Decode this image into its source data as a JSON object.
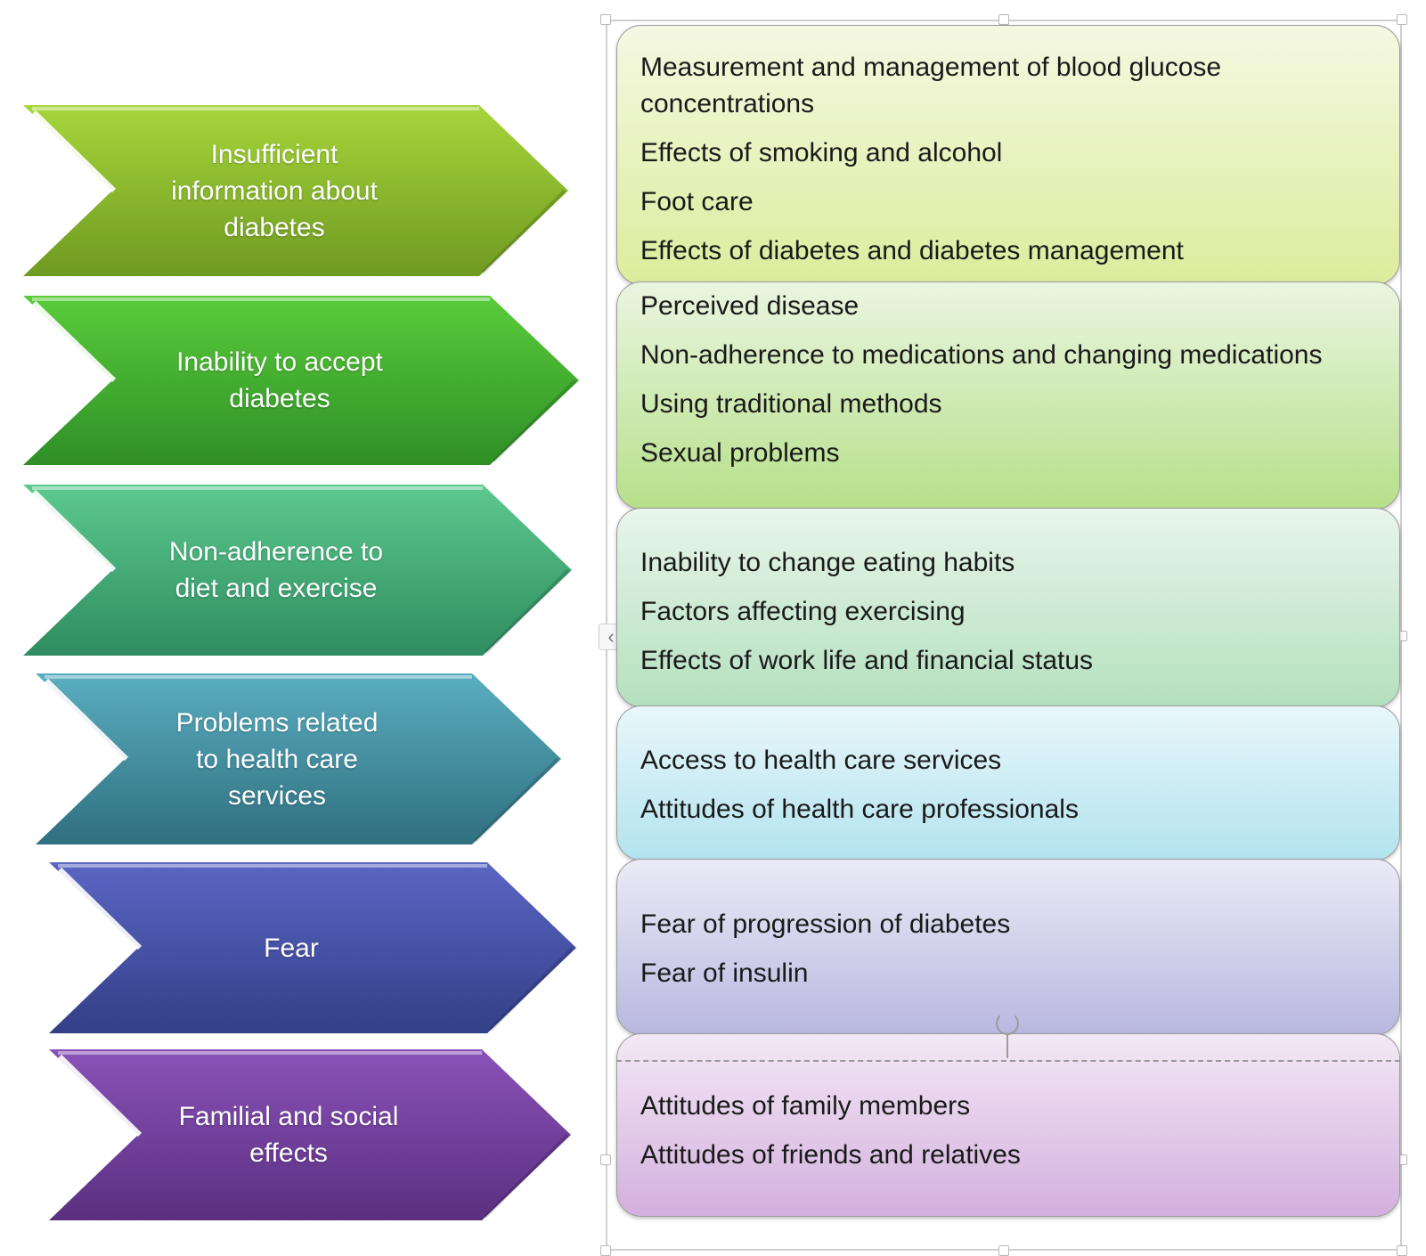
{
  "categories": [
    {
      "label": "Insufficient\ninformation about\ndiabetes",
      "color_top": "#a6d63a",
      "color_bottom": "#6f9a22"
    },
    {
      "label": "Inability to accept\ndiabetes",
      "color_top": "#59cc3a",
      "color_bottom": "#2f8f27"
    },
    {
      "label": "Non-adherence to\ndiet and exercise",
      "color_top": "#5cc98f",
      "color_bottom": "#2f8c60"
    },
    {
      "label": "Problems related\nto health care\nservices",
      "color_top": "#5aaec0",
      "color_bottom": "#2f6f80"
    },
    {
      "label": "Fear",
      "color_top": "#5a66c4",
      "color_bottom": "#333f86"
    },
    {
      "label": "Familial and social\neffects",
      "color_top": "#8a52b8",
      "color_bottom": "#5a2f80"
    }
  ],
  "details": [
    {
      "items": [
        "Measurement and management of blood glucose concentrations",
        "Effects of smoking and alcohol",
        "Foot care",
        "Effects of diabetes and diabetes management"
      ],
      "fill_top": "#f5f8e2",
      "fill_bottom": "#dcec9c"
    },
    {
      "items": [
        "Perceived disease",
        "Non-adherence to medications and changing medications",
        "Using traditional methods",
        "Sexual problems"
      ],
      "fill_top": "#eaf5e0",
      "fill_bottom": "#b6e08a"
    },
    {
      "items": [
        "Inability to change eating habits",
        "Factors affecting exercising",
        "Effects of work life and financial status"
      ],
      "fill_top": "#e8f5ea",
      "fill_bottom": "#b4e0bf"
    },
    {
      "items": [
        "Access to health care services",
        "Attitudes of health care professionals"
      ],
      "fill_top": "#e8f7fb",
      "fill_bottom": "#b3e3ee"
    },
    {
      "items": [
        "Fear of progression of diabetes",
        "Fear of insulin"
      ],
      "fill_top": "#ebeaf6",
      "fill_bottom": "#b9b8e0"
    },
    {
      "items": [
        "Attitudes of family members",
        "Attitudes of friends and relatives"
      ],
      "fill_top": "#f3e8f5",
      "fill_bottom": "#d3b0de"
    }
  ],
  "frame": {
    "collapse_glyph": "‹",
    "border_color": "#cfcfcf"
  }
}
